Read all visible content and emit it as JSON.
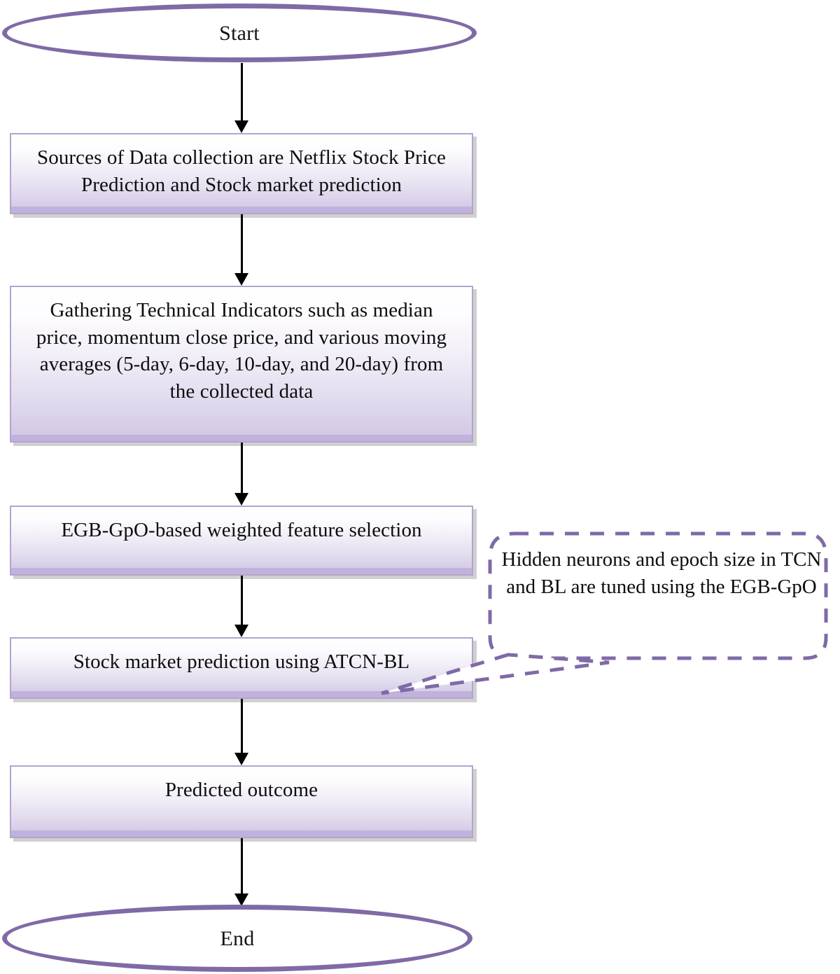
{
  "diagram": {
    "title": "Stock market prediction workflow flowchart",
    "colors": {
      "terminator_stroke": "#7f6aa6",
      "process_border": "#b3a4cd",
      "process_fill_top": "#ffffff",
      "process_fill_bottom": "#cfc5e2",
      "process_band": "#c0b2dc",
      "callout_stroke": "#7f6aa6",
      "arrow": "#000000",
      "text": "#0d0d0d",
      "shadow": "#969696"
    },
    "nodes": [
      {
        "id": "start",
        "type": "terminator",
        "label": "Start"
      },
      {
        "id": "data-sources",
        "type": "process",
        "label": "Sources of Data collection are Netflix Stock Price Prediction and Stock market prediction"
      },
      {
        "id": "technical-indicators",
        "type": "process",
        "label": "Gathering Technical Indicators such as median price, momentum close price, and various moving averages (5-day, 6-day, 10-day, and 20-day) from the collected data"
      },
      {
        "id": "feature-selection",
        "type": "process",
        "label": "EGB-GpO-based weighted feature selection"
      },
      {
        "id": "prediction",
        "type": "process",
        "label": "Stock market prediction using ATCN-BL"
      },
      {
        "id": "outcome",
        "type": "process",
        "label": "Predicted outcome"
      },
      {
        "id": "end",
        "type": "terminator",
        "label": "End"
      }
    ],
    "callout": {
      "id": "tuning-note",
      "label": "Hidden neurons and epoch size in TCN and BL are tuned using the EGB-GpO",
      "points_to": "prediction",
      "style": "dashed-rounded-speech-bubble"
    },
    "edges": [
      {
        "from": "start",
        "to": "data-sources",
        "style": "solid-arrow"
      },
      {
        "from": "data-sources",
        "to": "technical-indicators",
        "style": "solid-arrow"
      },
      {
        "from": "technical-indicators",
        "to": "feature-selection",
        "style": "solid-arrow"
      },
      {
        "from": "feature-selection",
        "to": "prediction",
        "style": "solid-arrow"
      },
      {
        "from": "prediction",
        "to": "outcome",
        "style": "solid-arrow"
      },
      {
        "from": "outcome",
        "to": "end",
        "style": "solid-arrow"
      }
    ]
  }
}
